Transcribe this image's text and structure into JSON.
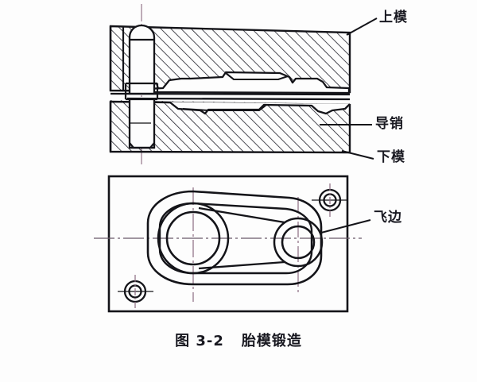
{
  "figure": {
    "caption_number": "图 3-2",
    "caption_title": "胎模锻造",
    "title_meaning": "Figure 3-2 Die-block (loose-tooling) forging"
  },
  "labels": {
    "upper_die": "上模",
    "guide_pin": "导销",
    "lower_die": "下模",
    "flash": "飞边"
  },
  "colors": {
    "ink": "#141419",
    "paper": "#fdfdfd",
    "centerline": "#8b6b80",
    "hatch": "#20202a"
  },
  "views": {
    "section_view": {
      "name": "vertical section through closed die set",
      "parts": [
        "上模",
        "导销",
        "下模",
        "飞边"
      ]
    },
    "plan_view": {
      "name": "plan view of lower die block",
      "features": [
        "connecting-rod cavity",
        "large boss hole",
        "small boss hole",
        "two guide pin holes",
        "flash land outline"
      ]
    }
  }
}
